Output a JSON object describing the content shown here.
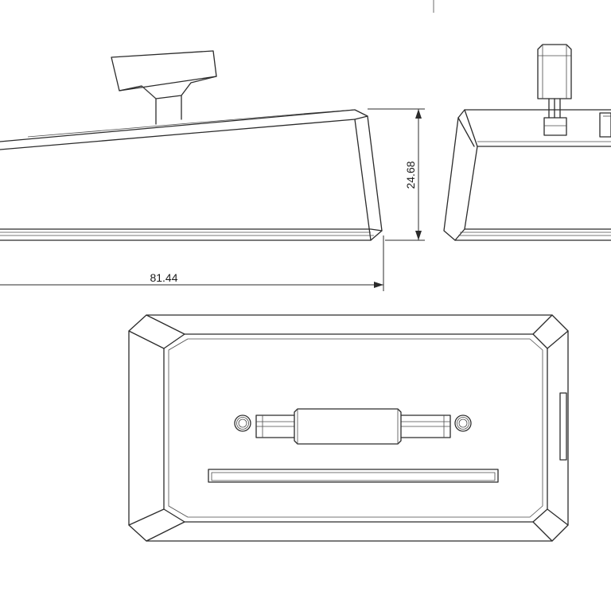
{
  "drawing": {
    "line_color": "#2b2b2b",
    "background": "#ffffff"
  },
  "dimensions": {
    "height_label": "24.68",
    "length_label": "81.44"
  },
  "views": [
    {
      "name": "side-view"
    },
    {
      "name": "end-view"
    },
    {
      "name": "top-view"
    }
  ]
}
